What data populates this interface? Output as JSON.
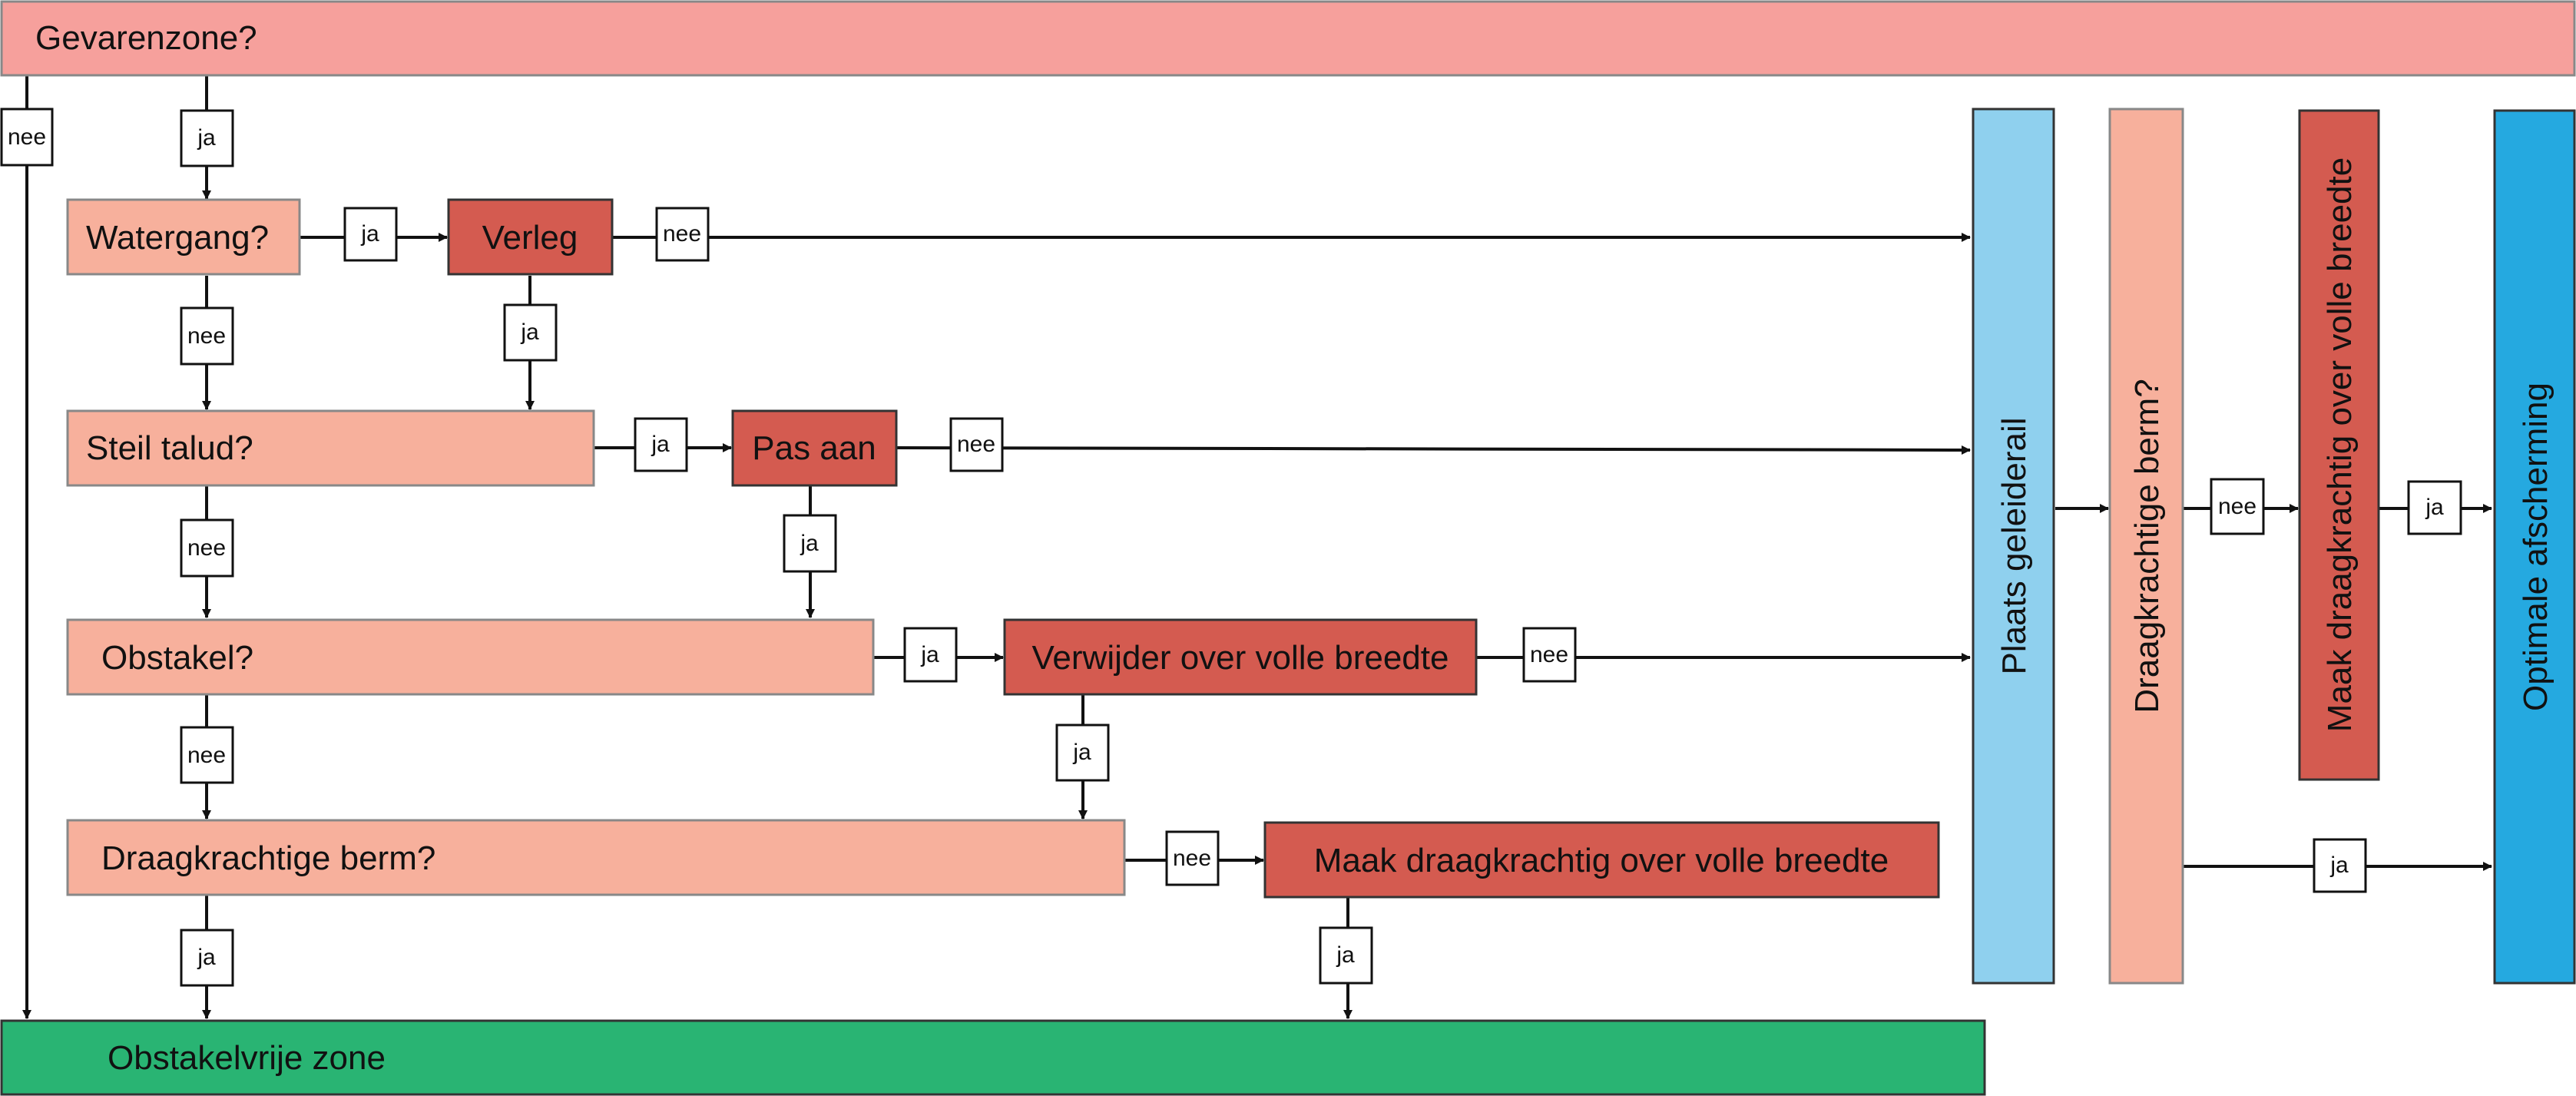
{
  "colors": {
    "top": "#F6A09C",
    "decision": "#F7B09C",
    "action": "#D45B50",
    "light_blue": "#8FD0EE",
    "blue": "#25A9E0",
    "green": "#29B473",
    "border": "#333333",
    "border_light": "#888888"
  },
  "nodes": {
    "gevarenzone": "Gevarenzone?",
    "watergang": "Watergang?",
    "verleg": "Verleg",
    "steil_talud": "Steil talud?",
    "pas_aan": "Pas aan",
    "obstakel": "Obstakel?",
    "verwijder": "Verwijder over volle breedte",
    "draagkrachtige_berm": "Draagkrachtige berm?",
    "maak_draagkrachtig": "Maak draagkrachtig over volle breedte",
    "obstakelvrije_zone": "Obstakelvrije zone",
    "plaats_geleiderail": "Plaats geleiderail",
    "draagkrachtige_berm_2": "Draagkrachtige berm?",
    "maak_draagkrachtig_2": "Maak draagkrachtig over volle breedte",
    "optimale_afscherming": "Optimale afscherming"
  },
  "labels": {
    "nee_left": "nee",
    "ja_top": "ja",
    "ja_watergang": "ja",
    "nee_verleg": "nee",
    "nee_watergang": "nee",
    "ja_verleg": "ja",
    "ja_steil": "ja",
    "nee_pas": "nee",
    "nee_steil": "nee",
    "ja_pas": "ja",
    "ja_obstakel": "ja",
    "nee_verwijder": "nee",
    "nee_obstakel": "nee",
    "ja_verwijder": "ja",
    "nee_berm": "nee",
    "ja_berm": "ja",
    "ja_maak": "ja",
    "nee_berm2": "nee",
    "ja_maak2": "ja",
    "ja_berm2": "ja"
  }
}
